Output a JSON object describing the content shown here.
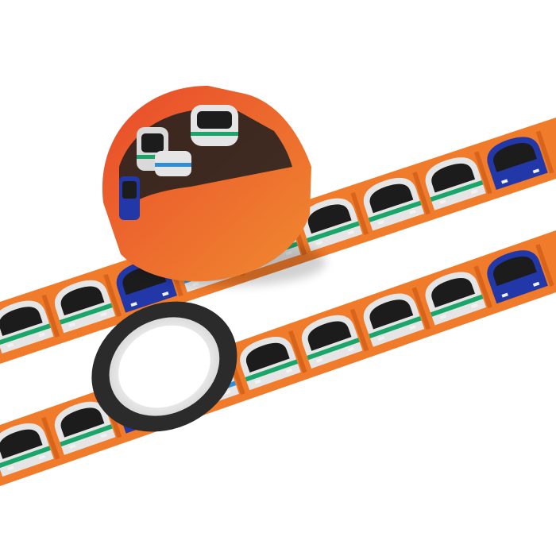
{
  "scene": {
    "subject": "washi-tape-roll",
    "colors": {
      "background": "#ffffff",
      "tape_orange": "#f07b2a",
      "tape_orange_dark": "#d8641c",
      "tape_red_top": "#e2442a",
      "roll_core_rim": "#2b2b2b",
      "roll_core_inner": "#e9e9e9",
      "tunnel_face": "#e5e5e5",
      "window_dark": "#1c1c1c",
      "stripe_green": "#1aa56a",
      "stripe_blue": "#2f8fd6",
      "front_blue": "#2238a8"
    },
    "train_faces": [
      {
        "type": "green-stripe",
        "stripe": "#1aa56a"
      },
      {
        "type": "green-stripe",
        "stripe": "#1aa56a"
      },
      {
        "type": "blue-front",
        "stripe": "#2238a8"
      },
      {
        "type": "blue-stripe",
        "stripe": "#2f8fd6"
      },
      {
        "type": "green-stripe",
        "stripe": "#1aa56a"
      },
      {
        "type": "green-stripe",
        "stripe": "#1aa56a"
      }
    ]
  }
}
